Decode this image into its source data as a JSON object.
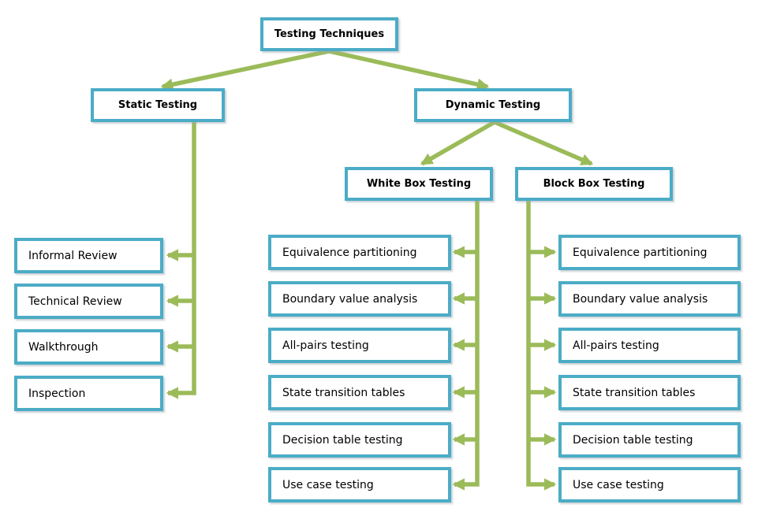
{
  "colors": {
    "box_border": "#4bacc6",
    "connector": "#9bbb59",
    "text": "#000000",
    "background": "#ffffff"
  },
  "root": {
    "label": "Testing Techniques"
  },
  "branches": {
    "static": {
      "label": "Static Testing",
      "items": [
        "Informal Review",
        "Technical Review",
        "Walkthrough",
        "Inspection"
      ]
    },
    "dynamic": {
      "label": "Dynamic Testing",
      "children": {
        "white_box": {
          "label": "White Box Testing",
          "items": [
            "Equivalence partitioning",
            "Boundary value analysis",
            "All-pairs testing",
            "State transition tables",
            "Decision table testing",
            "Use case testing"
          ]
        },
        "block_box": {
          "label": "Block Box Testing",
          "items": [
            "Equivalence partitioning",
            "Boundary value analysis",
            "All-pairs testing",
            "State transition tables",
            "Decision table testing",
            "Use case testing"
          ]
        }
      }
    }
  }
}
